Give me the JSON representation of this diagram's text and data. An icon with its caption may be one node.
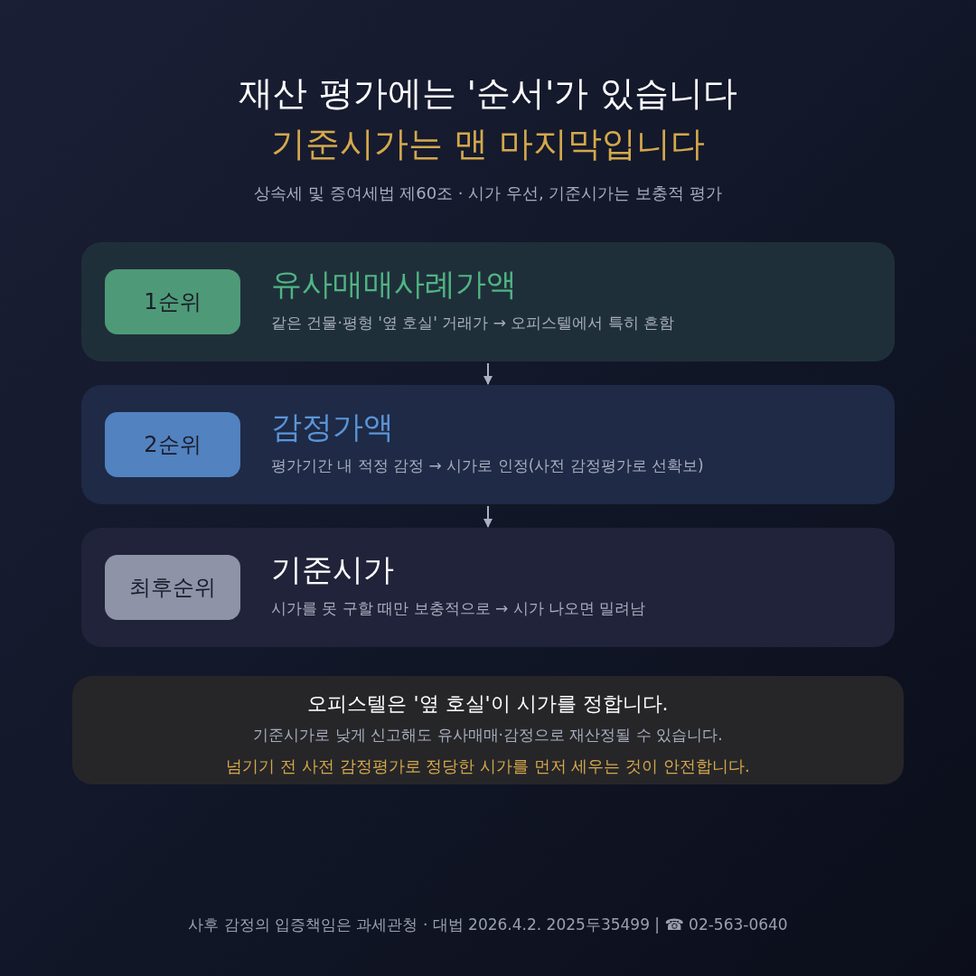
{
  "diagram": {
    "title": "재산 평가에는 '순서'가 있습니다",
    "nodes": [
      {
        "text": [
          "유사매매사례가액",
          "같은 건물·평형 '옆 호실' 거래가 → 오피스텔에서 특히 흔함"
        ]
      },
      {
        "text": [
          "1순위"
        ],
        "in": 0
      },
      {
        "text": [
          "감정가액",
          "평가기간 내 적정 감정 → 시가로 인정(사전 감정평가로 선확보)"
        ]
      },
      {
        "text": [
          "2순위"
        ],
        "in": 2
      },
      {
        "text": [
          "기준시가",
          "시가를 못 구할 때만 보충적으로 → 시가 나오면 밀려남"
        ]
      },
      {
        "text": [
          "최후순위"
        ],
        "in": 4
      },
      {
        "text": [
          "오피스텔은 '옆 호실'이 시가를 정합니다.",
          "기준시가로 낮게 신고해도 유사매매·감정으로 재산정될 수 있습니다.",
          "넘기기 전 사전 감정평가로 정당한 시가를 먼저 세우는 것이 안전합니다."
        ]
      }
    ],
    "edges": [
      {
        "from": 0,
        "to": 2,
        "arrow": "to"
      },
      {
        "from": 2,
        "to": 4,
        "arrow": "to"
      }
    ],
    "labels": [
      "기준시가는 맨 마지막입니다",
      "상속세 및 증여세법 제60조 · 시가 우선, 기준시가는 보충적 평가",
      "사후 감정의 입증책임은 과세관청 · 대법 2026.4.2. 2025두35499 | ☎ 02-563-0640"
    ]
  }
}
